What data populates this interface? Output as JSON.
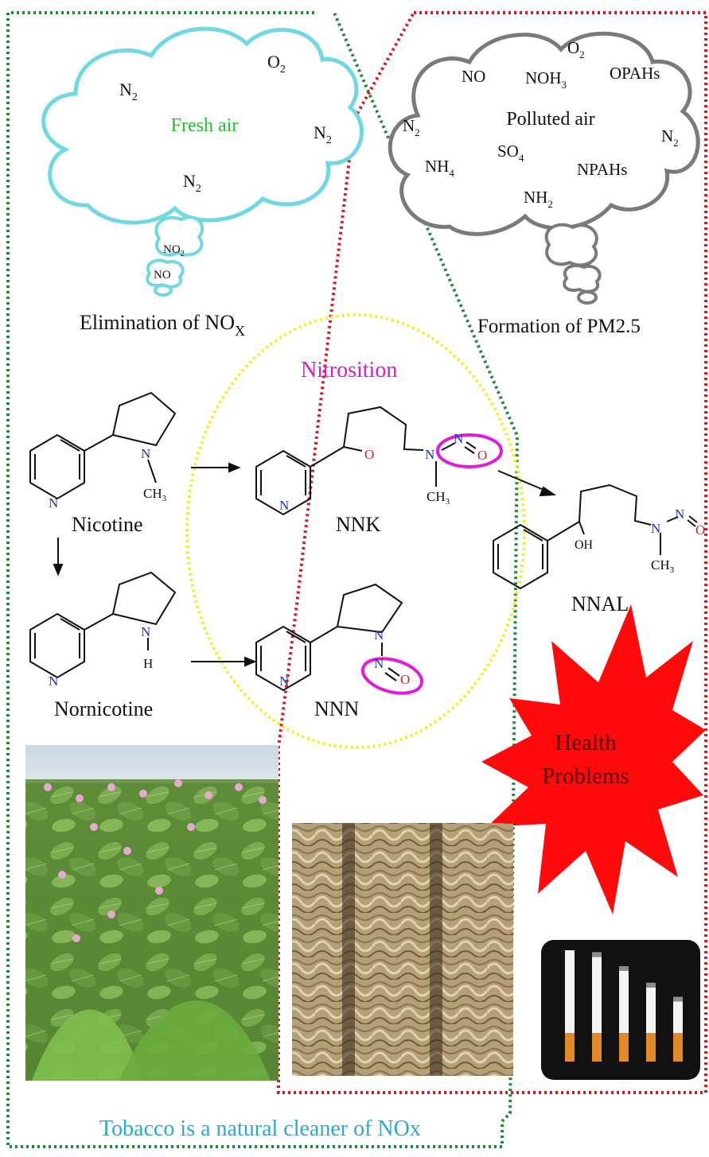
{
  "colors": {
    "fresh_cloud": "#6fd8e0",
    "polluted_cloud": "#7a7a7a",
    "green_border": "#1f8a3c",
    "red_border": "#d51c1c",
    "yellow_ellipse": "#f2ef2a",
    "nitroso_highlight": "#e21bd8",
    "fresh_label": "#22c12c",
    "nitrosition_label": "#d61bd0",
    "bottom_label": "#27a9d8",
    "burst": "#ff0a0a",
    "burst_text": "#5a0000",
    "nitrogen_atom": "#1e2fc8",
    "oxygen_atom": "#d91e1e"
  },
  "fresh_air": {
    "label": "Fresh air",
    "gases": [
      {
        "id": "n2a",
        "base": "N",
        "sub": "2"
      },
      {
        "id": "o2",
        "base": "O",
        "sub": "2"
      },
      {
        "id": "n2b",
        "base": "N",
        "sub": "2"
      },
      {
        "id": "n2c",
        "base": "N",
        "sub": "2"
      }
    ],
    "bubbles": [
      {
        "base": "NO",
        "sub": "2"
      },
      {
        "base": "NO",
        "sub": ""
      }
    ],
    "caption_base": "Elimination of NO",
    "caption_sub": "X"
  },
  "polluted_air": {
    "label": "Polluted air",
    "gases": [
      {
        "id": "no",
        "base": "NO",
        "sub": ""
      },
      {
        "id": "noh3",
        "base": "NOH",
        "sub": "3"
      },
      {
        "id": "o2",
        "base": "O",
        "sub": "2"
      },
      {
        "id": "opahs",
        "base": "OPAHs",
        "sub": ""
      },
      {
        "id": "n2a",
        "base": "N",
        "sub": "2"
      },
      {
        "id": "so4",
        "base": "SO",
        "sub": "4"
      },
      {
        "id": "n2b",
        "base": "N",
        "sub": "2"
      },
      {
        "id": "nh4",
        "base": "NH",
        "sub": "4"
      },
      {
        "id": "npahs",
        "base": "NPAHs",
        "sub": ""
      },
      {
        "id": "nh2",
        "base": "NH",
        "sub": "2"
      }
    ],
    "caption": "Formation of PM2.5"
  },
  "process_label": "Nitrosition",
  "compounds": {
    "nicotine": "Nicotine",
    "nornicotine": "Nornicotine",
    "nnk": "NNK",
    "nnn": "NNN",
    "nnal": "NNAL"
  },
  "atoms": {
    "n": "N",
    "o": "O",
    "h": "H",
    "ch": "CH",
    "ch_sub": "3",
    "oh": "OH"
  },
  "health": {
    "line1": "Health",
    "line2": "Problems"
  },
  "cigarettes": {
    "burn_levels": [
      1.0,
      0.92,
      0.75,
      0.55,
      0.38
    ]
  },
  "bottom_caption": "Tobacco is a natural cleaner of NOx"
}
